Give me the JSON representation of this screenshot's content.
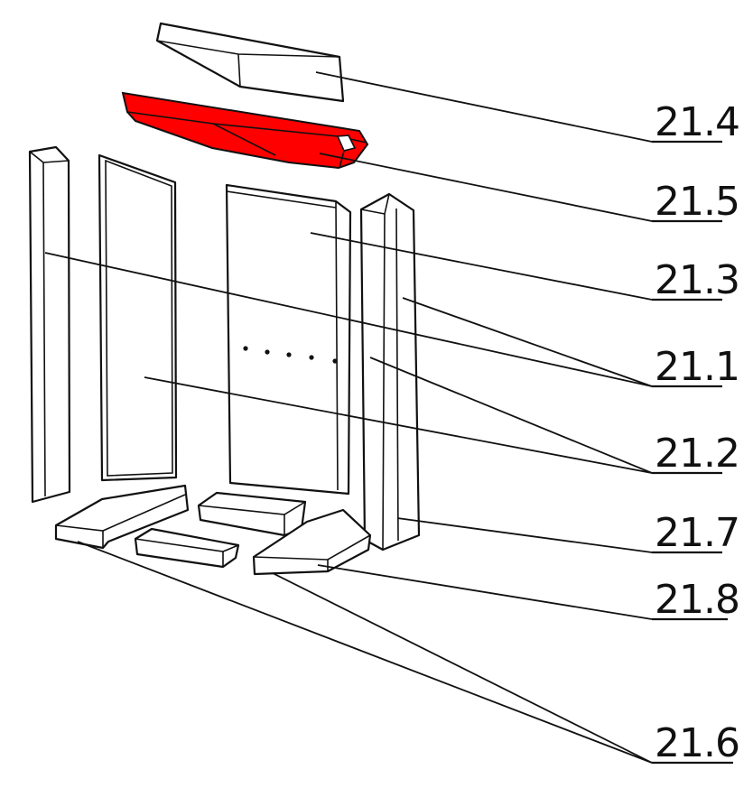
{
  "parts": [
    {
      "id": "21.4",
      "label": "21.4"
    },
    {
      "id": "21.5",
      "label": "21.5",
      "highlight_color": "#ff0000"
    },
    {
      "id": "21.3",
      "label": "21.3"
    },
    {
      "id": "21.1",
      "label": "21.1"
    },
    {
      "id": "21.2",
      "label": "21.2"
    },
    {
      "id": "21.7",
      "label": "21.7"
    },
    {
      "id": "21.8",
      "label": "21.8"
    },
    {
      "id": "21.6",
      "label": "21.6"
    }
  ],
  "colors": {
    "line": "#111111",
    "highlight": "#ff0000",
    "background": "#ffffff"
  }
}
